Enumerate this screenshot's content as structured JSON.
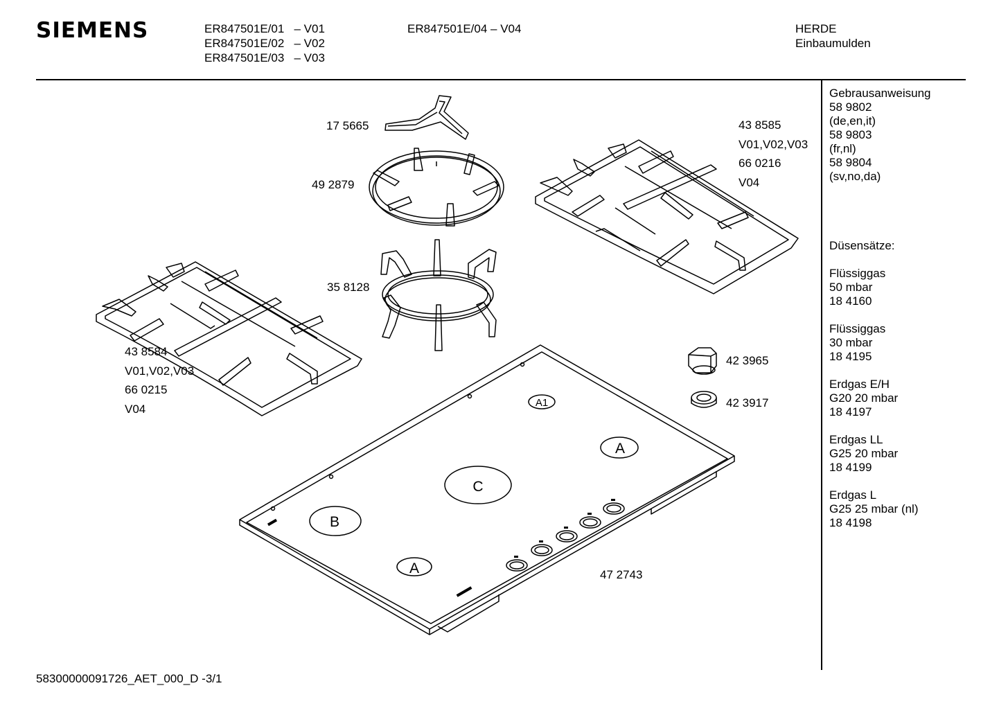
{
  "header": {
    "brand": "SIEMENS",
    "variants_col1": [
      "ER847501E/01   – V01",
      "ER847501E/02   – V02",
      "ER847501E/03   – V03"
    ],
    "variants_col2": [
      "ER847501E/04 – V04"
    ],
    "category": "HERDE",
    "subcategory": "Einbaumulden"
  },
  "parts": {
    "support_small": "17 5665",
    "ring_grid": "49 2879",
    "wok_ring": "35 8128",
    "grid_right": [
      "43 8585",
      "V01,V02,V03",
      "66 0216",
      "V04"
    ],
    "grid_left": [
      "43 8584",
      "V01,V02,V03",
      "66 0215",
      "V04"
    ],
    "knob": "42 3965",
    "knob_ring": "42 3917",
    "hob": "47 2743"
  },
  "burner_marks": {
    "a1": "A1",
    "a_rear": "A",
    "c": "C",
    "b": "B",
    "a_front": "A"
  },
  "sidebar": {
    "manual": [
      "Gebrausanweisung",
      "58 9802",
      "(de,en,it)",
      "58 9803",
      "(fr,nl)",
      "58 9804",
      "(sv,no,da)"
    ],
    "nozzles_title": "Düsensätze:",
    "groups": [
      [
        "Flüssiggas",
        "50 mbar",
        "18 4160"
      ],
      [
        "Flüssiggas",
        "30 mbar",
        "18 4195"
      ],
      [
        "Erdgas E/H",
        "G20 20 mbar",
        "18 4197"
      ],
      [
        "Erdgas LL",
        "G25 20 mbar",
        "18 4199"
      ],
      [
        "Erdgas L",
        "G25 25 mbar (nl)",
        "18 4198"
      ]
    ]
  },
  "footer": {
    "code": "58300000091726_AET_000_D  -3/1"
  }
}
